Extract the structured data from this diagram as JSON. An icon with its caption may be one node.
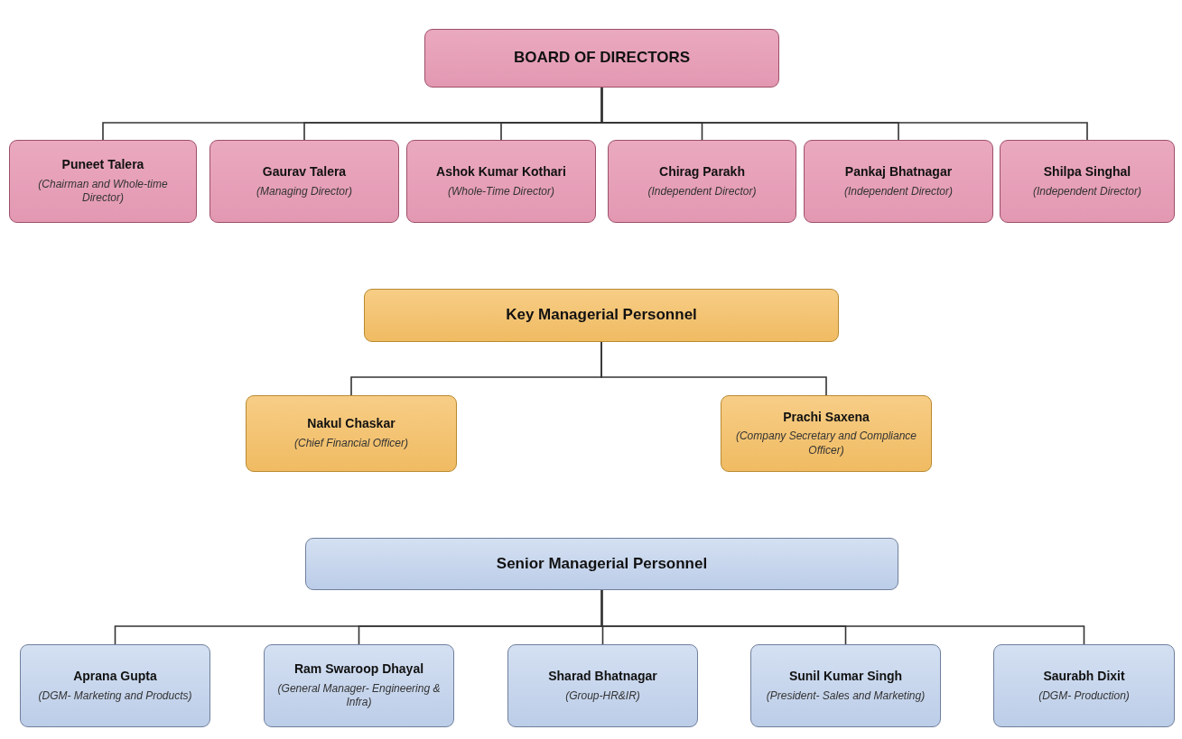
{
  "diagram": {
    "nodes": [
      {
        "text": [
          "BOARD OF DIRECTORS"
        ]
      },
      {
        "text": [
          "Puneet Talera",
          "(Chairman and Whole-time Director)"
        ]
      },
      {
        "text": [
          "Gaurav Talera",
          "(Managing Director)"
        ]
      },
      {
        "text": [
          "Ashok Kumar Kothari",
          "(Whole-Time Director)"
        ]
      },
      {
        "text": [
          "Chirag Parakh",
          "(Independent Director)"
        ]
      },
      {
        "text": [
          "Pankaj Bhatnagar",
          "(Independent Director)"
        ]
      },
      {
        "text": [
          "Shilpa Singhal",
          "(Independent Director)"
        ]
      },
      {
        "text": [
          "Key Managerial Personnel"
        ]
      },
      {
        "text": [
          "Nakul Chaskar",
          "(Chief Financial Officer)"
        ]
      },
      {
        "text": [
          "Prachi Saxena",
          "(Company Secretary and Compliance Officer)"
        ]
      },
      {
        "text": [
          "Senior Managerial Personnel"
        ]
      },
      {
        "text": [
          "Aprana Gupta",
          "(DGM- Marketing and Products)"
        ]
      },
      {
        "text": [
          "Ram Swaroop Dhayal",
          "(General Manager- Engineering & Infra)"
        ]
      },
      {
        "text": [
          "Sharad Bhatnagar",
          "(Group-HR&IR)"
        ]
      },
      {
        "text": [
          "Sunil Kumar Singh",
          "(President- Sales and Marketing)"
        ]
      },
      {
        "text": [
          "Saurabh Dixit",
          "(DGM- Production)"
        ]
      }
    ],
    "edges": [
      {
        "from": 0,
        "to": 1,
        "arrow": "none"
      },
      {
        "from": 0,
        "to": 2,
        "arrow": "none"
      },
      {
        "from": 0,
        "to": 3,
        "arrow": "none"
      },
      {
        "from": 0,
        "to": 4,
        "arrow": "none"
      },
      {
        "from": 0,
        "to": 5,
        "arrow": "none"
      },
      {
        "from": 0,
        "to": 6,
        "arrow": "none"
      },
      {
        "from": 7,
        "to": 8,
        "arrow": "none"
      },
      {
        "from": 7,
        "to": 9,
        "arrow": "none"
      },
      {
        "from": 10,
        "to": 11,
        "arrow": "none"
      },
      {
        "from": 10,
        "to": 12,
        "arrow": "none"
      },
      {
        "from": 10,
        "to": 13,
        "arrow": "none"
      },
      {
        "from": 10,
        "to": 14,
        "arrow": "none"
      },
      {
        "from": 10,
        "to": 15,
        "arrow": "none"
      }
    ]
  }
}
